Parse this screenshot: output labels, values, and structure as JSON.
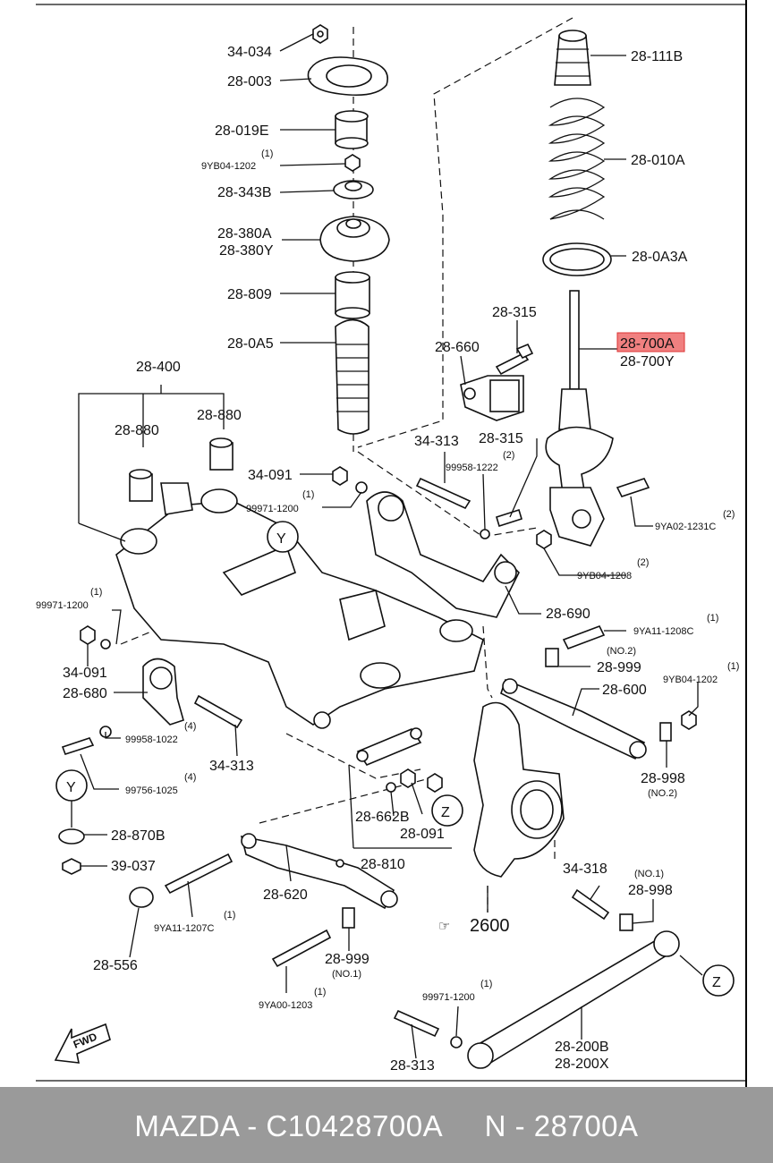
{
  "footer": {
    "text": "MAZDA - C10428700A     N - 28700A"
  },
  "highlight": {
    "part": "28-700A",
    "color": "#f08080"
  },
  "labels": {
    "l_34034": "34-034",
    "l_28003": "28-003",
    "l_28019E": "28-019E",
    "l_9YB04_1202_top": "9YB04-1202",
    "q_9YB04_1202_top": "(1)",
    "l_28343B": "28-343B",
    "l_28380A": "28-380A",
    "l_28380Y": "28-380Y",
    "l_28809": "28-809",
    "l_280A5": "28-0A5",
    "l_28111B": "28-111B",
    "l_28010A": "28-010A",
    "l_280A3A": "28-0A3A",
    "l_28315a": "28-315",
    "l_28660": "28-660",
    "l_28700A": "28-700A",
    "l_28700Y": "28-700Y",
    "l_28400": "28-400",
    "l_28880a": "28-880",
    "l_28880b": "28-880",
    "l_34313a": "34-313",
    "l_28315b": "28-315",
    "l_99958_1222": "99958-1222",
    "q_99958_1222": "(2)",
    "l_34091a": "34-091",
    "l_99971_1200a": "99971-1200",
    "q_99971_1200a": "(1)",
    "l_Y1": "Y",
    "l_9YA02_1231C": "9YA02-1231C",
    "q_9YA02_1231C": "(2)",
    "l_9YB04_1208": "9YB04-1208",
    "q_9YB04_1208": "(2)",
    "l_99971_1200b": "99971-1200",
    "q_99971_1200b": "(1)",
    "l_28690": "28-690",
    "l_9YA11_1208C": "9YA11-1208C",
    "q_9YA11_1208C": "(1)",
    "l_no2a": "(NO.2)",
    "l_28999a": "28-999",
    "l_34091b": "34-091",
    "l_28680": "28-680",
    "l_9YB04_1202_mid": "9YB04-1202",
    "q_9YB04_1202_mid": "(1)",
    "l_28600": "28-600",
    "l_99958_1022": "99958-1022",
    "q_99958_1022": "(4)",
    "l_34313b": "34-313",
    "l_99756_1025": "99756-1025",
    "q_99756_1025": "(4)",
    "l_28998a": "28-998",
    "l_no2b": "(NO.2)",
    "l_Y2": "Y",
    "l_28662B": "28-662B",
    "l_28091": "28-091",
    "l_Z1": "Z",
    "l_28870B": "28-870B",
    "l_39037": "39-037",
    "l_28810": "28-810",
    "l_34318": "34-318",
    "l_no1a": "(NO.1)",
    "l_28998b": "28-998",
    "l_28620": "28-620",
    "l_9YA11_1207C": "9YA11-1207C",
    "q_9YA11_1207C": "(1)",
    "l_2600": "2600",
    "l_28556": "28-556",
    "l_28999b": "28-999",
    "l_no1b": "(NO.1)",
    "l_Z2": "Z",
    "l_9YA00_1203": "9YA00-1203",
    "q_9YA00_1203": "(1)",
    "l_99971_1200c": "99971-1200",
    "q_99971_1200c": "(1)",
    "l_FWD": "FWD",
    "l_28313": "28-313",
    "l_28200B": "28-200B",
    "l_28200X": "28-200X"
  }
}
